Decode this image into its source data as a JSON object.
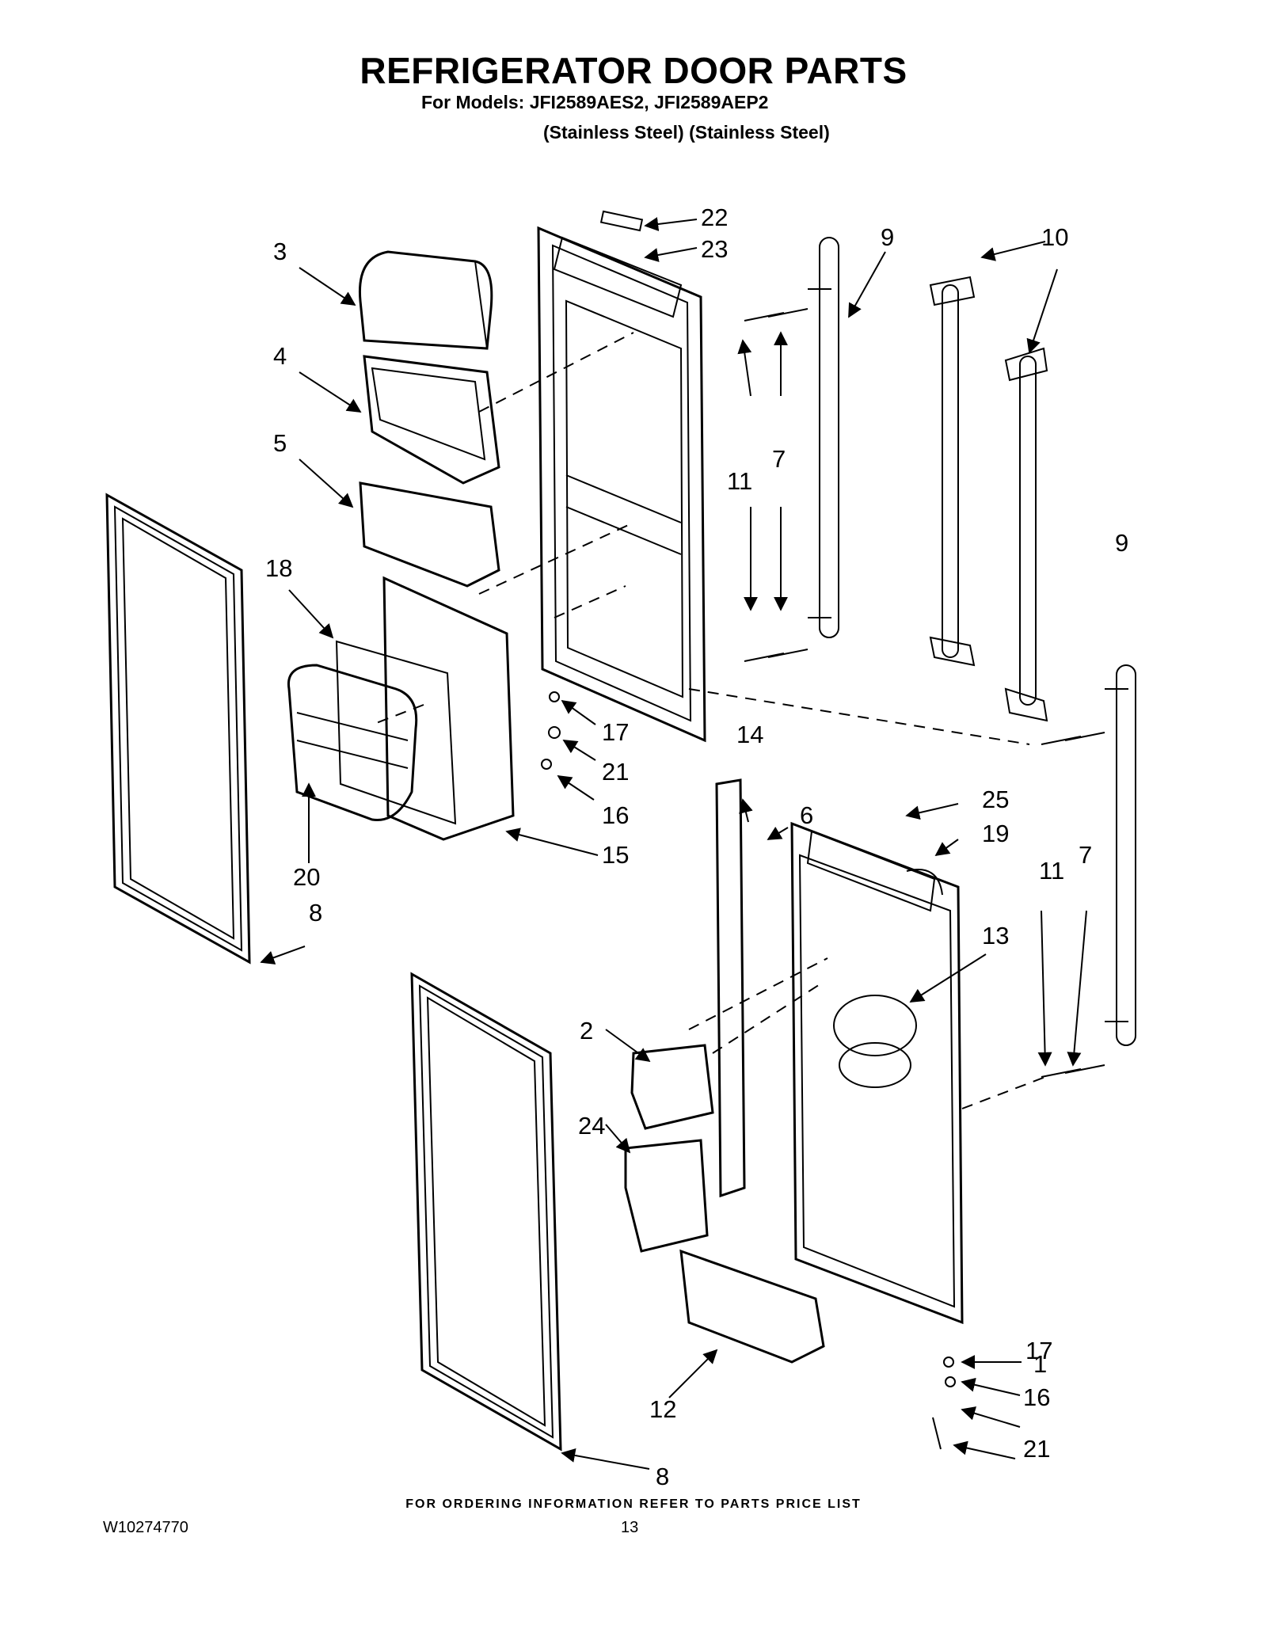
{
  "header": {
    "title": "REFRIGERATOR DOOR PARTS",
    "models_line": "For Models: JFI2589AES2, JFI2589AEP2",
    "finish_line": "(Stainless Steel) (Stainless Steel)"
  },
  "callouts": {
    "c1": "1",
    "c2": "2",
    "c3": "3",
    "c4": "4",
    "c5": "5",
    "c6": "6",
    "c7a": "7",
    "c7b": "7",
    "c8a": "8",
    "c8b": "8",
    "c9a": "9",
    "c9b": "9",
    "c10": "10",
    "c11a": "11",
    "c11b": "11",
    "c12": "12",
    "c13": "13",
    "c14": "14",
    "c15": "15",
    "c16a": "16",
    "c16b": "16",
    "c17a": "17",
    "c17b": "17",
    "c18": "18",
    "c19": "19",
    "c20": "20",
    "c21a": "21",
    "c21b": "21",
    "c22": "22",
    "c23": "23",
    "c24": "24",
    "c25": "25"
  },
  "footer": {
    "ordering_note": "FOR ORDERING INFORMATION REFER TO PARTS PRICE LIST",
    "doc_id": "W10274770",
    "page_number": "13"
  }
}
